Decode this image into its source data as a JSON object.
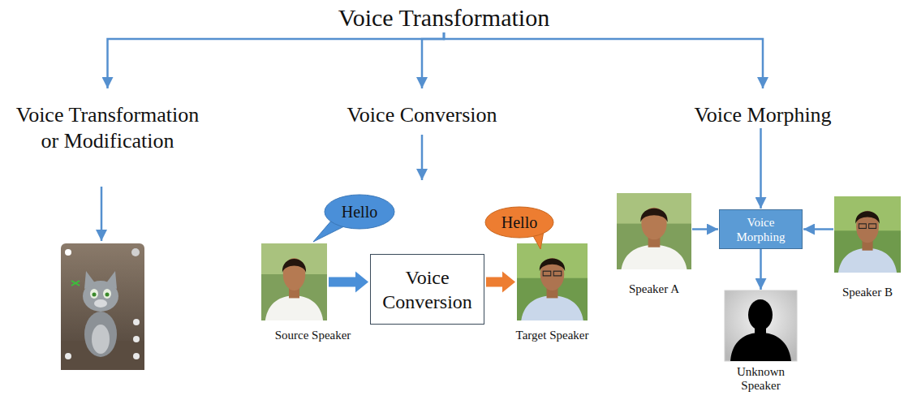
{
  "diagram": {
    "nodes": [
      {
        "text": [
          "Voice Transformation"
        ]
      },
      {
        "text": [
          "Voice Transformation or Modification"
        ]
      },
      {
        "text": [
          "Voice Conversion"
        ]
      },
      {
        "text": [
          "Voice Morphing"
        ]
      },
      {
        "text": [
          "Hello"
        ]
      },
      {
        "text": [
          "Source Speaker"
        ]
      },
      {
        "text": [
          "Voice Conversion"
        ]
      },
      {
        "text": [
          "Hello"
        ]
      },
      {
        "text": [
          "Target Speaker"
        ]
      },
      {
        "text": [
          "Speaker A"
        ]
      },
      {
        "text": [
          "Voice Morphing"
        ]
      },
      {
        "text": [
          "Speaker B"
        ]
      },
      {
        "text": [
          "Unknown Speaker"
        ]
      }
    ],
    "edges": [
      {
        "from": 0,
        "to": 1,
        "arrow": "to"
      },
      {
        "from": 0,
        "to": 2,
        "arrow": "to"
      },
      {
        "from": 0,
        "to": 3,
        "arrow": "to"
      },
      {
        "from": 3,
        "to": 10,
        "arrow": "to"
      },
      {
        "from": 5,
        "to": 6,
        "arrow": "to"
      },
      {
        "from": 6,
        "to": 8,
        "arrow": "to"
      },
      {
        "from": 9,
        "to": 10,
        "arrow": "to"
      },
      {
        "from": 11,
        "to": 10,
        "arrow": "to"
      },
      {
        "from": 10,
        "to": 12,
        "arrow": "to"
      }
    ]
  }
}
